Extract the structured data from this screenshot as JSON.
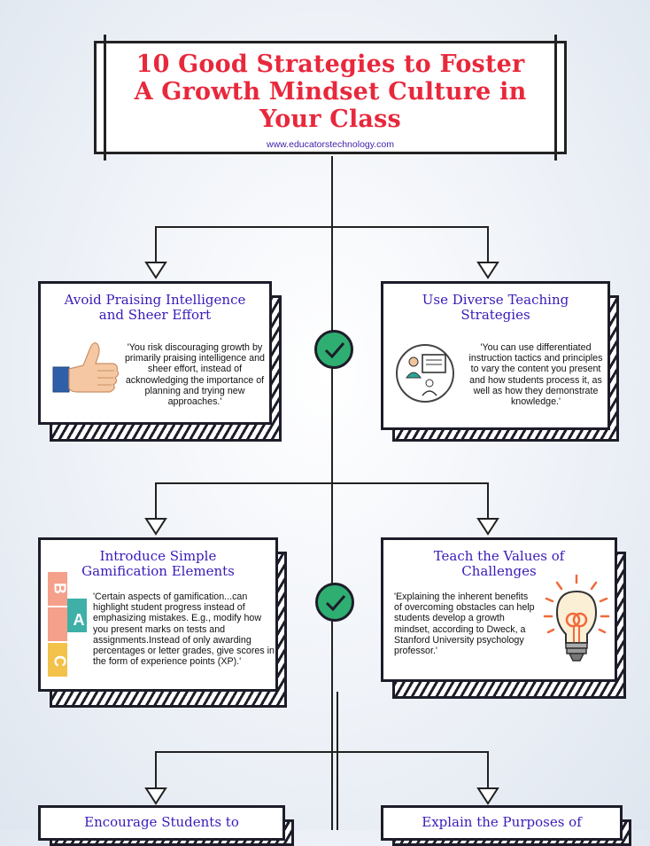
{
  "header": {
    "title": "10  Good Strategies to Foster A Growth Mindset Culture in Your Class",
    "website": "www.educatorstechnology.com"
  },
  "cards": [
    {
      "title": "Avoid Praising Intelligence and Sheer Effort",
      "text": "'You risk discouraging growth by primarily praising intelligence and sheer effort, instead of acknowledging the importance of planning and trying new approaches.'"
    },
    {
      "title": "Use Diverse Teaching Strategies",
      "text": "'You can use differentiated instruction tactics and principles to vary the content you present and how students process it, as well as how they demonstrate knowledge.'"
    },
    {
      "title": "Introduce Simple Gamification Elements",
      "text": "'Certain aspects of gamification...can highlight student progress instead of emphasizing mistakes. E.g., modify how you present marks on tests and assignments.Instead of only awarding percentages or letter grades, give scores in the form of experience points (XP).'"
    },
    {
      "title": "Teach the Values of Challenges",
      "text": "'Explaining the inherent benefits of overcoming obstacles can help students develop a growth mindset, according to Dweck, a Stanford University psychology professor.'"
    },
    {
      "title": "Encourage Students to",
      "text": ""
    },
    {
      "title": "Explain the Purposes of",
      "text": ""
    }
  ],
  "blocks": {
    "letters": [
      "B",
      "A",
      "C"
    ]
  },
  "colors": {
    "title": "#e8283c",
    "card_title": "#3a1ab8",
    "check": "#2fae72",
    "link": "#3f1fa8"
  }
}
